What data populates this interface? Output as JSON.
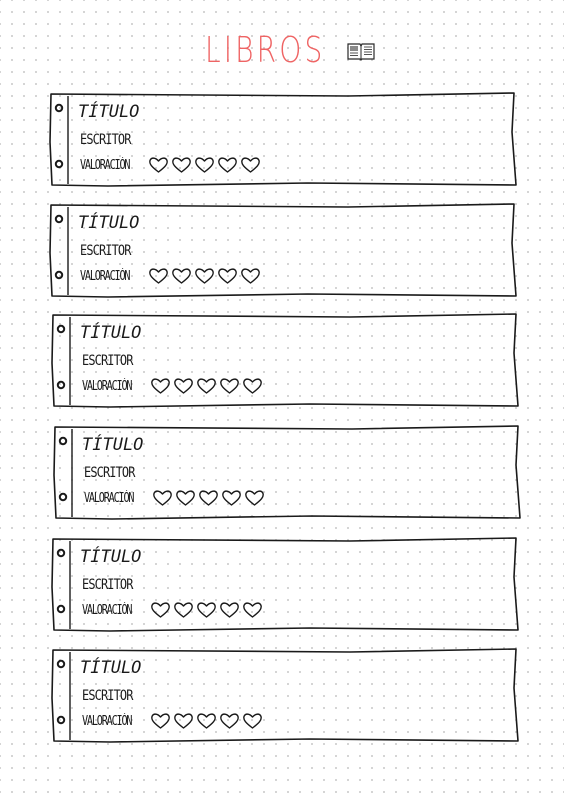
{
  "page": {
    "title": "LIBROS",
    "icon": "open-book-icon",
    "accent_color": "#ef6464",
    "paper": "dot-grid"
  },
  "cards": [
    {
      "title_label": "TÍTULO",
      "writer_label": "ESCRITOR",
      "rating_label": "VALORACIÓN",
      "rating_max": 5,
      "rating_value": 0
    },
    {
      "title_label": "TÍTULO",
      "writer_label": "ESCRITOR",
      "rating_label": "VALORACIÓN",
      "rating_max": 5,
      "rating_value": 0
    },
    {
      "title_label": "TÍTULO",
      "writer_label": "ESCRITOR",
      "rating_label": "VALORACIÓN",
      "rating_max": 5,
      "rating_value": 0
    },
    {
      "title_label": "TÍTULO",
      "writer_label": "ESCRITOR",
      "rating_label": "VALORACIÓN",
      "rating_max": 5,
      "rating_value": 0
    },
    {
      "title_label": "TÍTULO",
      "writer_label": "ESCRITOR",
      "rating_label": "VALORACIÓN",
      "rating_max": 5,
      "rating_value": 0
    },
    {
      "title_label": "TÍTULO",
      "writer_label": "ESCRITOR",
      "rating_label": "VALORACIÓN",
      "rating_max": 5,
      "rating_value": 0
    }
  ]
}
